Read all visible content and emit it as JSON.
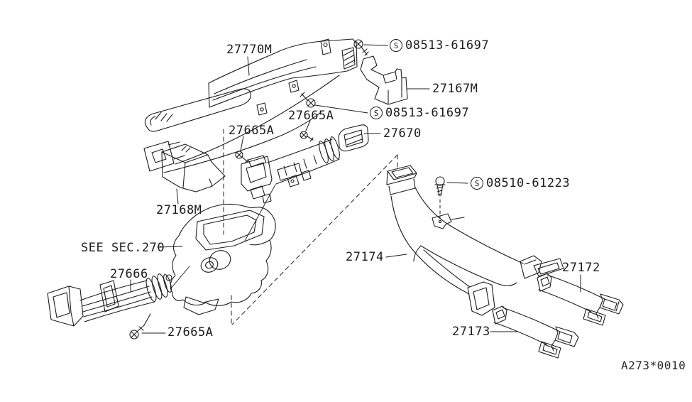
{
  "diagram": {
    "section_note": "SEE SEC.270",
    "ref_code": "A273*0010",
    "s_symbol": "S"
  },
  "labels": {
    "nozzle_assembly": "27770M",
    "screw_top": "08513-61697",
    "nozzle_side_rh": "27167M",
    "clip_a1": "27665A",
    "screw_mid": "08513-61697",
    "clip_a2": "27665A",
    "duct_center": "27670",
    "nozzle_side_lh": "27168M",
    "duct_ventilator_lh": "27666",
    "clip_a3": "27665A",
    "screw_floor": "08510-61223",
    "duct_floor_front": "27174",
    "duct_floor_rear_rh": "27172",
    "duct_floor_rear_lh": "27173"
  }
}
